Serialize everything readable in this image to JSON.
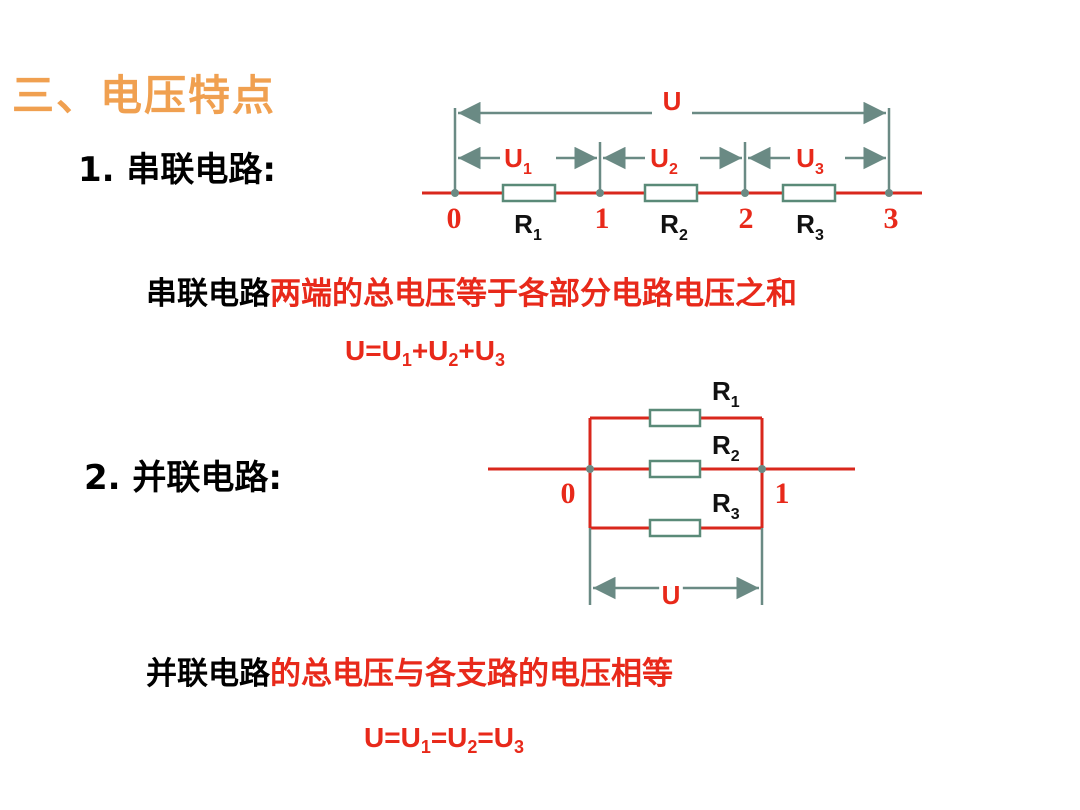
{
  "title": "三、电压特点",
  "series_section": {
    "heading": "1. 串联电路:",
    "desc_black": "串联电路",
    "desc_red": "两端的总电压等于各部分电路电压之和",
    "formula": {
      "main": "U",
      "parts": [
        {
          "text": "=U",
          "sub": "1"
        },
        {
          "text": "+U",
          "sub": "2"
        },
        {
          "text": "+U",
          "sub": "3"
        }
      ]
    },
    "diagram": {
      "total_voltage": "U",
      "voltages": [
        {
          "base": "U",
          "sub": "1"
        },
        {
          "base": "U",
          "sub": "2"
        },
        {
          "base": "U",
          "sub": "3"
        }
      ],
      "resistors": [
        {
          "base": "R",
          "sub": "1"
        },
        {
          "base": "R",
          "sub": "2"
        },
        {
          "base": "R",
          "sub": "3"
        }
      ],
      "nodes": [
        "0",
        "1",
        "2",
        "3"
      ]
    }
  },
  "parallel_section": {
    "heading": "2. 并联电路:",
    "desc_black": "并联电路",
    "desc_red": "的总电压与各支路的电压相等",
    "formula": {
      "main": "U",
      "parts": [
        {
          "text": "=U",
          "sub": "1"
        },
        {
          "text": "=U",
          "sub": "2"
        },
        {
          "text": "=U",
          "sub": "3"
        }
      ]
    },
    "diagram": {
      "resistors": [
        {
          "base": "R",
          "sub": "1"
        },
        {
          "base": "R",
          "sub": "2"
        },
        {
          "base": "R",
          "sub": "3"
        }
      ],
      "nodes": [
        "0",
        "1"
      ],
      "voltage": "U"
    }
  },
  "colors": {
    "title": "#f0a050",
    "wire": "#d9271c",
    "label_red": "#e8291a",
    "resistor_fill": "#ffffff",
    "resistor_stroke": "#5a8a78",
    "measure": "#6a8a84",
    "label_dark": "#111111"
  }
}
